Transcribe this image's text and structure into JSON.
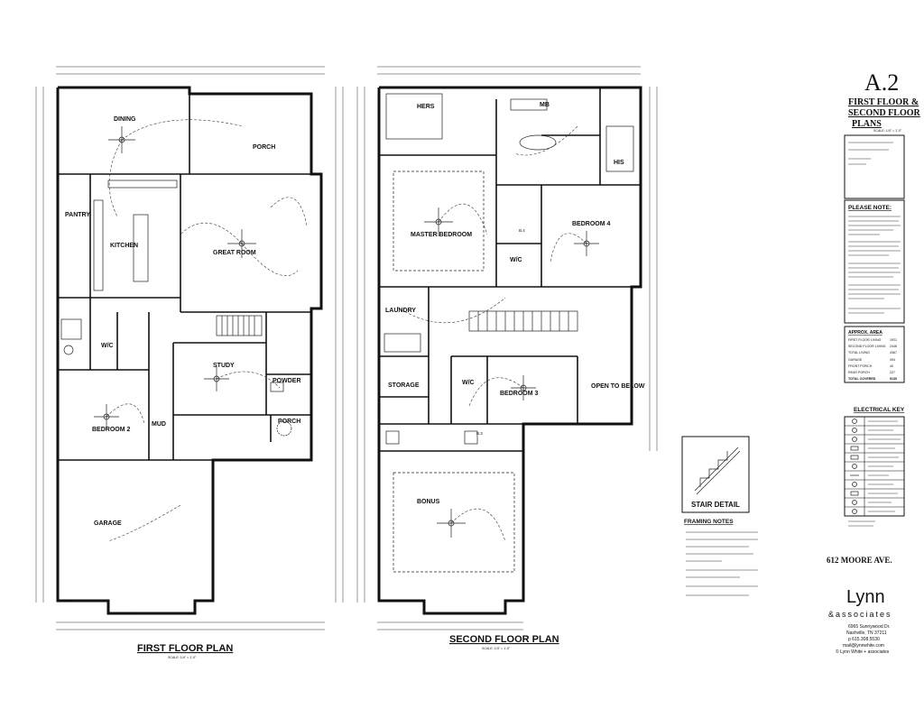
{
  "sheet": {
    "number": "A.2",
    "title_lines": [
      "FIRST FLOOR &",
      "SECOND FLOOR",
      "PLANS"
    ],
    "scale": "SCALE: 1/4\" = 1'-0\""
  },
  "first_floor": {
    "title": "FIRST FLOOR PLAN",
    "scale": "SCALE: 1/4\" = 1'-0\"",
    "rooms": {
      "dining": "DINING",
      "porch": "PORCH",
      "pantry": "PANTRY",
      "kitchen": "KITCHEN",
      "great_room": "GREAT ROOM",
      "wic": "W/C",
      "study": "STUDY",
      "powder": "POWDER",
      "bedroom2": "BEDROOM 2",
      "mud": "MUD",
      "porch_front": "PORCH",
      "garage": "GARAGE"
    }
  },
  "second_floor": {
    "title": "SECOND FLOOR PLAN",
    "scale": "SCALE: 1/4\" = 1'-0\"",
    "rooms": {
      "hers": "HERS",
      "mb": "MB",
      "his": "HIS",
      "master_bedroom": "MASTER BEDROOM",
      "bedroom4": "BEDROOM 4",
      "wic": "W/C",
      "laundry": "LAUNDRY",
      "storage": "STORAGE",
      "wic2": "W/C",
      "bedroom3": "BEDROOM 3",
      "open_to_below": "OPEN TO BELOW",
      "bonus": "BONUS",
      "b4": "B.4",
      "b3": "B.3"
    }
  },
  "please_note": {
    "heading": "PLEASE NOTE:"
  },
  "area_table": {
    "heading": "APPROX. AREA",
    "rows": [
      {
        "label": "FIRST FLOOR LIVING",
        "value": "1921"
      },
      {
        "label": "SECOND FLOOR LIVING",
        "value": "2446"
      },
      {
        "label": "TOTAL LIVING",
        "value": "4367"
      },
      {
        "label": "GARAGE",
        "value": "494"
      },
      {
        "label": "FRONT PORCH",
        "value": "40"
      },
      {
        "label": "REAR PORCH",
        "value": "227"
      },
      {
        "label": "TOTAL COVERED",
        "value": "5130"
      }
    ]
  },
  "electrical_key": {
    "heading": "ELECTRICAL KEY"
  },
  "stair_detail": {
    "title": "STAIR DETAIL"
  },
  "framing_notes": {
    "heading": "FRAMING NOTES"
  },
  "project": {
    "address": "612 MOORE AVE."
  },
  "firm": {
    "name": "Lynn",
    "sub": "&associates",
    "address1": "6965 Sunnywood Dr.",
    "address2": "Nashville, TN 37211",
    "phone": "p 615.308.5530",
    "email": "mail@lynnwhite.com",
    "copyright": "© Lynn White + associates"
  }
}
